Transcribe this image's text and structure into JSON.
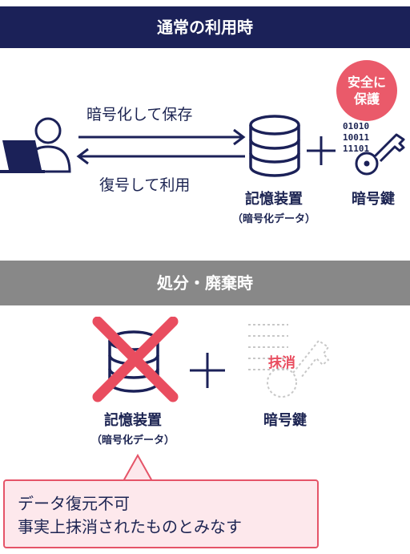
{
  "normal": {
    "title": "通常の利用時",
    "store_label": "暗号化して保存",
    "use_label": "復号して利用",
    "device_label": "記憶装置",
    "device_sublabel": "（暗号化データ）",
    "key_label": "暗号鍵",
    "badge_line1": "安全に",
    "badge_line2": "保護",
    "key_bits": [
      "01010",
      "10011",
      "11101"
    ]
  },
  "disposal": {
    "title": "処分・廃棄時",
    "device_label": "記憶装置",
    "device_sublabel": "（暗号化データ）",
    "key_label": "暗号鍵",
    "erased_label": "抹消"
  },
  "callout": {
    "line1": "データ復元不可",
    "line2": "事実上抹消されたものとみなす"
  },
  "colors": {
    "navy": "#1b2158",
    "gray_header": "#888888",
    "pink": "#ea5a6a",
    "callout_bg": "#fde8ec"
  }
}
